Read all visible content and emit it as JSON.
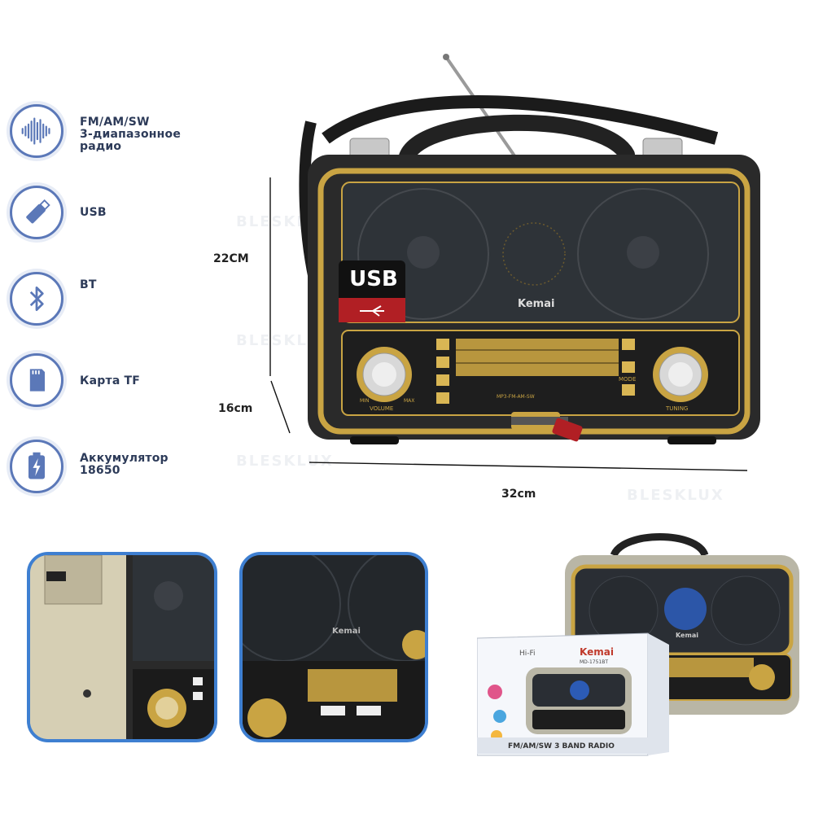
{
  "features": [
    {
      "id": "fm",
      "icon": "sound-wave-icon",
      "lines": [
        "FM/AM/SW",
        "3-диапазонное",
        "радио"
      ]
    },
    {
      "id": "usb",
      "icon": "usb-stick-icon",
      "lines": [
        "USB"
      ]
    },
    {
      "id": "bt",
      "icon": "bluetooth-icon",
      "lines": [
        "BT"
      ]
    },
    {
      "id": "tf",
      "icon": "sd-card-icon",
      "lines": [
        "Карта TF"
      ]
    },
    {
      "id": "battery",
      "icon": "battery-icon",
      "lines": [
        "Аккумулятор",
        "18650"
      ]
    }
  ],
  "dimensions": {
    "height": "22CM",
    "depth": "16cm",
    "width": "32cm"
  },
  "radio": {
    "brand": "Kemai",
    "usb_badge": "USB",
    "volume": "VOLUME",
    "tuning": "TUNING",
    "mode": "MODE",
    "min": "MIN",
    "max": "MAX",
    "bands": "MP3-FM-AM-SW"
  },
  "box": {
    "brand": "Kemai",
    "model": "MD-1751BT",
    "hifi": "Hi-Fi",
    "title": "FM/AM/SW 3 BAND RADIO"
  },
  "watermark": "BLESKLUX",
  "colors": {
    "accent": "#3e7fd1",
    "gold": "#c9a443",
    "body": "#2a2a2a",
    "speaker": "#2e3338"
  }
}
